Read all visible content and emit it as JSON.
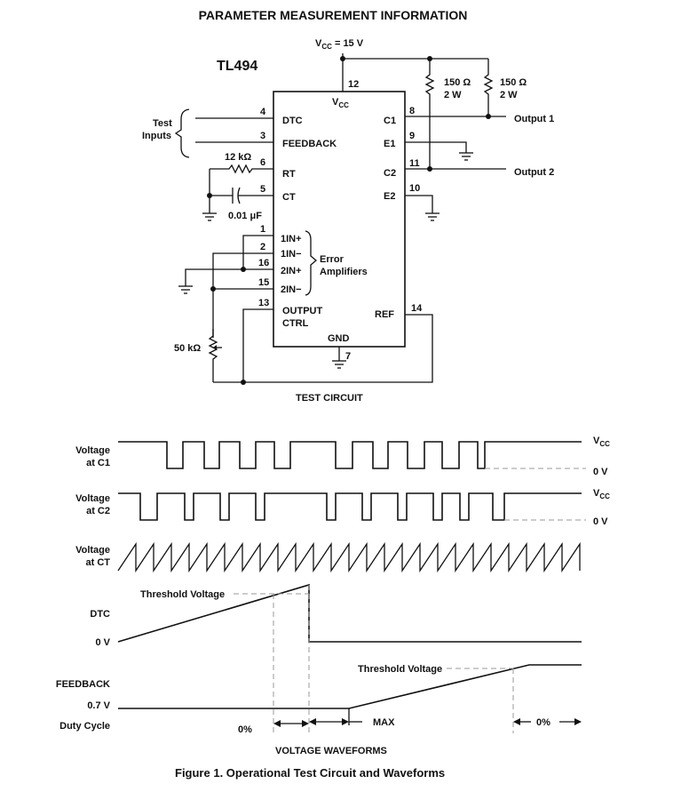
{
  "title": "PARAMETER MEASUREMENT INFORMATION",
  "chip_name": "TL494",
  "supply_label": "V",
  "supply_sub": "CC",
  "supply_value": " = 15 V",
  "resistor_top": {
    "ohms": "150 Ω",
    "watts": "2 W"
  },
  "chip": {
    "vcc": "V",
    "vcc_sub": "CC",
    "gnd": "GND",
    "left_pins": [
      {
        "num": "4",
        "label": "DTC"
      },
      {
        "num": "3",
        "label": "FEEDBACK"
      },
      {
        "num": "6",
        "label": "RT"
      },
      {
        "num": "5",
        "label": "CT"
      },
      {
        "num": "1",
        "label": "1IN+"
      },
      {
        "num": "2",
        "label": "1IN−"
      },
      {
        "num": "16",
        "label": "2IN+"
      },
      {
        "num": "15",
        "label": "2IN−"
      },
      {
        "num": "13",
        "label": "OUTPUT"
      }
    ],
    "output_ctrl_line2": "CTRL",
    "right_pins": [
      {
        "num": "8",
        "label": "C1"
      },
      {
        "num": "9",
        "label": "E1"
      },
      {
        "num": "11",
        "label": "C2"
      },
      {
        "num": "10",
        "label": "E2"
      },
      {
        "num": "14",
        "label": "REF"
      }
    ],
    "pin_vcc": "12",
    "pin_gnd": "7"
  },
  "test_inputs": {
    "line1": "Test",
    "line2": "Inputs"
  },
  "rt_value": "12 kΩ",
  "ct_value": "0.01 μF",
  "error_amp": {
    "line1": "Error",
    "line2": "Amplifiers"
  },
  "pot_value": "50 kΩ",
  "output1": "Output 1",
  "output2": "Output 2",
  "test_circuit_caption": "TEST CIRCUIT",
  "waveforms": {
    "c1_label": {
      "line1": "Voltage",
      "line2": "at C1"
    },
    "c2_label": {
      "line1": "Voltage",
      "line2": "at C2"
    },
    "ct_label": {
      "line1": "Voltage",
      "line2": "at CT"
    },
    "vcc": "V",
    "vcc_sub": "CC",
    "zero_v": "0 V",
    "dtc": "DTC",
    "dtc_zero": "0 V",
    "threshold_1": "Threshold Voltage",
    "threshold_2": "Threshold Voltage",
    "feedback": "FEEDBACK",
    "feedback_base": "0.7 V",
    "duty_cycle": "Duty Cycle",
    "pct_left": "0%",
    "max": "MAX",
    "pct_right": "0%",
    "caption": "VOLTAGE WAVEFORMS"
  },
  "figure_caption": "Figure 1. Operational Test Circuit and Waveforms"
}
